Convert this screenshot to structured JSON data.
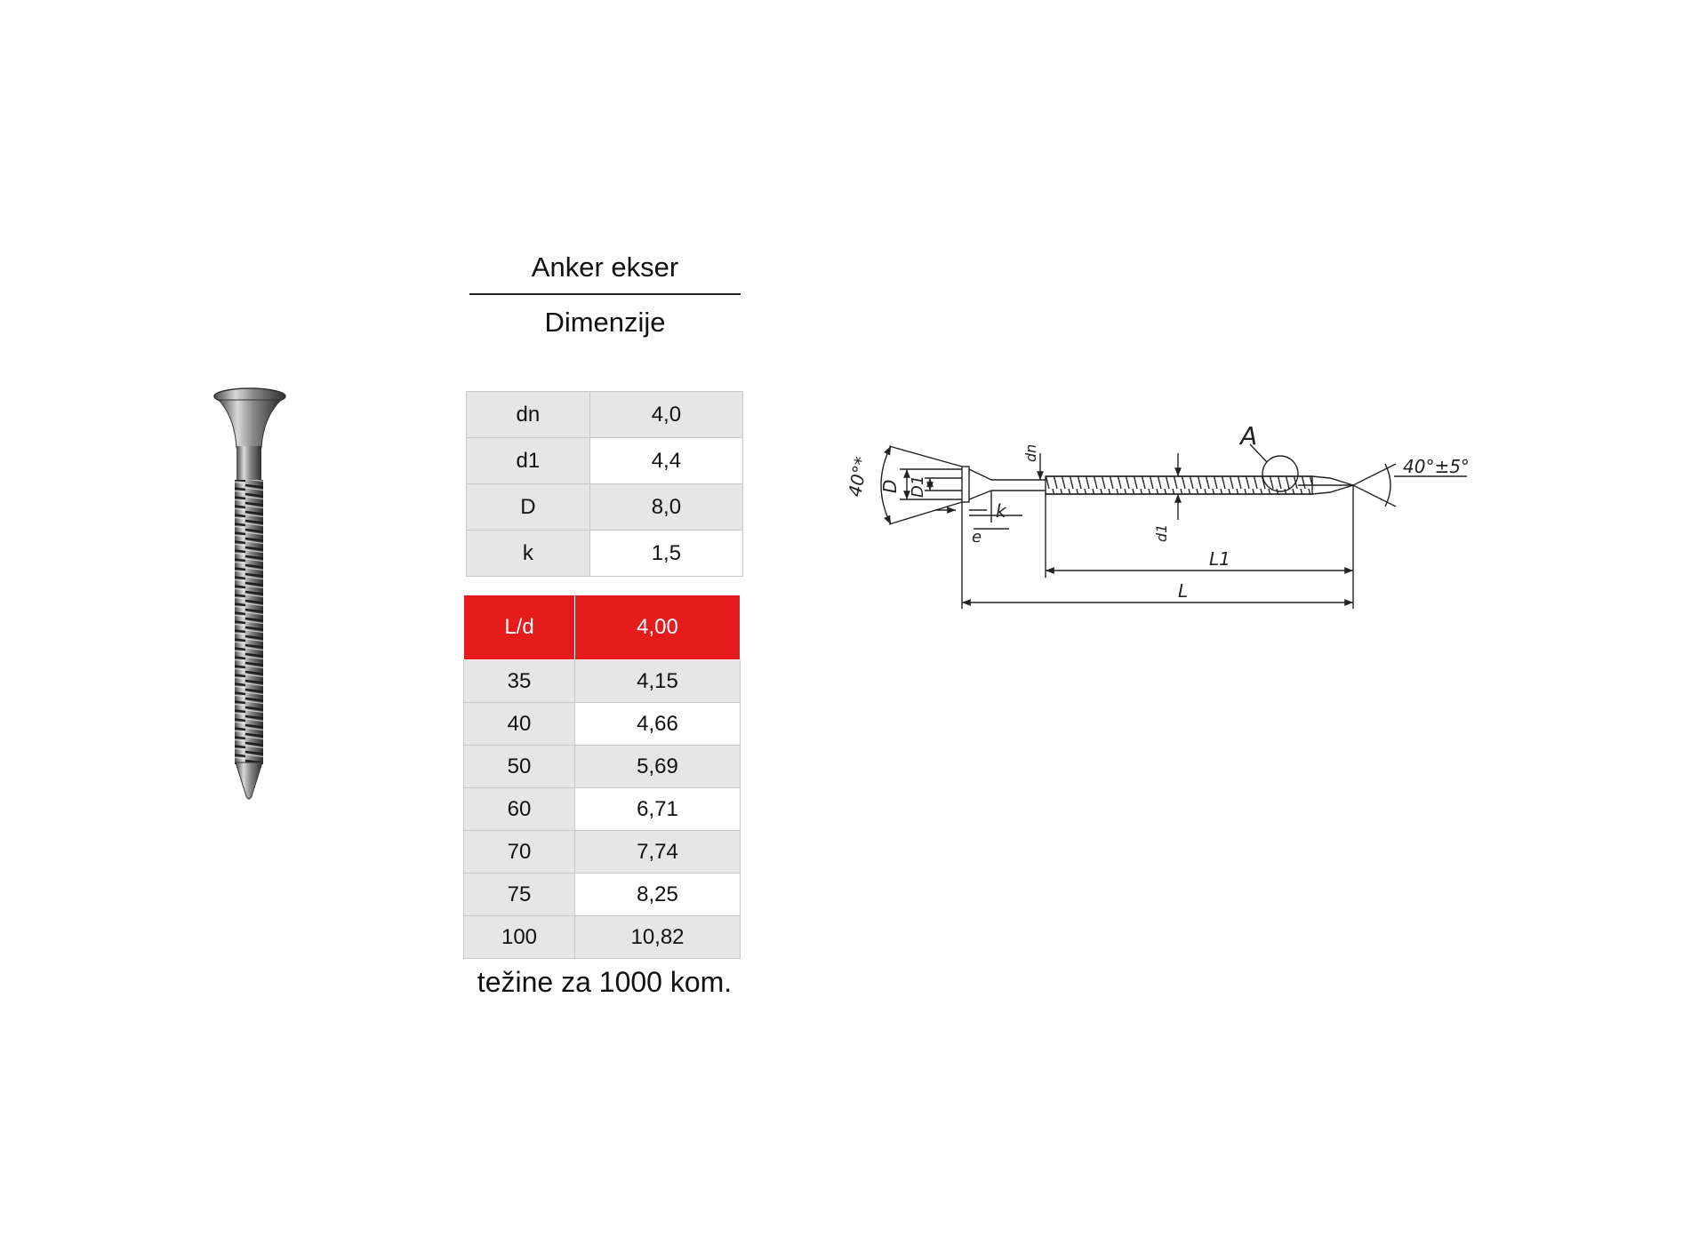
{
  "header": {
    "title": "Anker ekser",
    "subtitle": "Dimenzije"
  },
  "dimensions_table": [
    {
      "param": "dn",
      "value": "4,0"
    },
    {
      "param": "d1",
      "value": "4,4"
    },
    {
      "param": "D",
      "value": "8,0"
    },
    {
      "param": "k",
      "value": "1,5"
    }
  ],
  "weights_table": {
    "header": {
      "col1": "L/d",
      "col2": "4,00"
    },
    "rows": [
      {
        "length": "35",
        "weight": "4,15"
      },
      {
        "length": "40",
        "weight": "4,66"
      },
      {
        "length": "50",
        "weight": "5,69"
      },
      {
        "length": "60",
        "weight": "6,71"
      },
      {
        "length": "70",
        "weight": "7,74"
      },
      {
        "length": "75",
        "weight": "8,25"
      },
      {
        "length": "100",
        "weight": "10,82"
      }
    ]
  },
  "footnote": "težine za 1000 kom.",
  "drawing_labels": {
    "head_angle": "40°*",
    "tip_angle": "40°±5°",
    "detail": "A",
    "D": "D",
    "D1": "D1",
    "dn": "dn",
    "d1": "d1",
    "k": "k",
    "e": "e",
    "L1": "L1",
    "L": "L"
  },
  "colors": {
    "accent": "#e51c1b",
    "row_shade": "#e6e6e6"
  }
}
